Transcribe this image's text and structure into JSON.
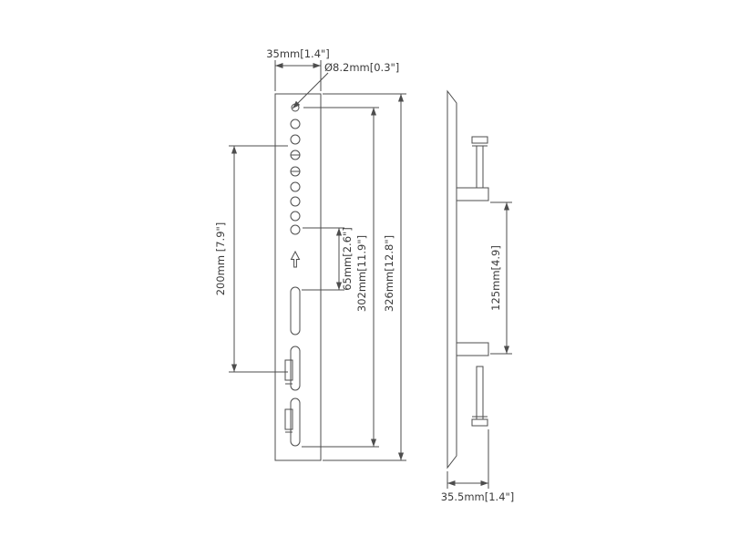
{
  "drawing": {
    "type": "technical-dimension-drawing",
    "background": "#ffffff",
    "line_color": "#4d4d4d",
    "views": {
      "front": "front view",
      "side": "side view"
    },
    "labels": {
      "top_width": "35mm[1.4\"]",
      "hole_diameter": "Ø8.2mm[0.3\"]",
      "vesa_span": "200mm [7.9\"]",
      "hole_to_slot": "65mm[2.6\"]",
      "inner_height": "302mm[11.9\"]",
      "overall_height": "326mm[12.8\"]",
      "hook_spacing": "125mm[4.9]",
      "depth": "35.5mm[1.4\"]"
    }
  }
}
